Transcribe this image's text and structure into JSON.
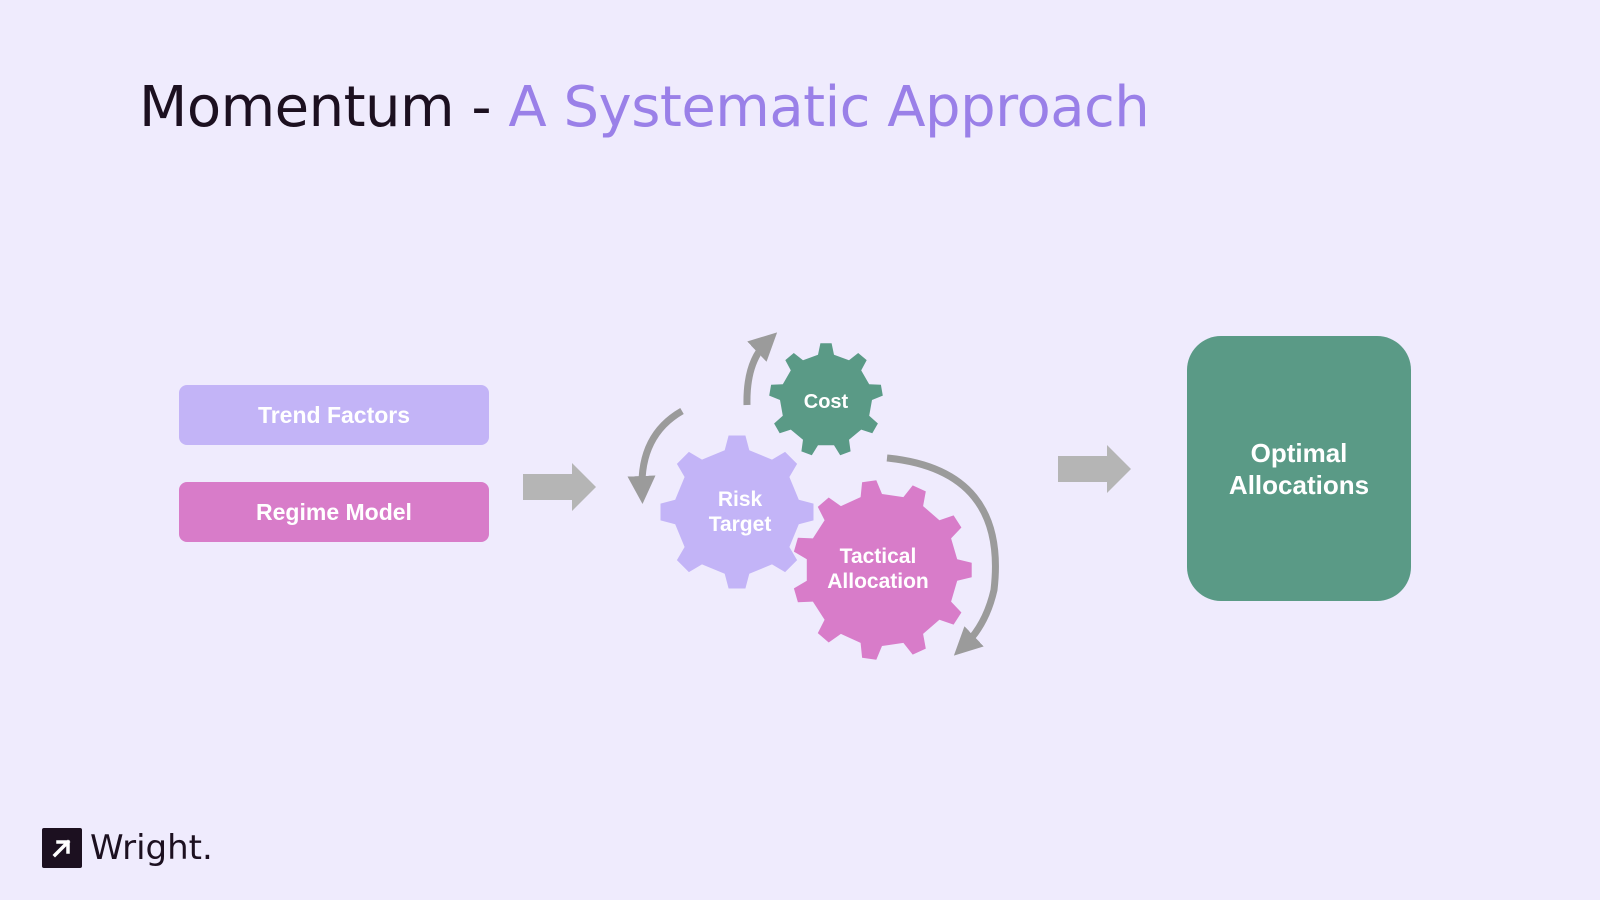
{
  "title": {
    "main": "Momentum",
    "separator": " - ",
    "accent": "A Systematic Approach"
  },
  "inputs": [
    {
      "label": "Trend Factors",
      "color": "#C3B4F7"
    },
    {
      "label": "Regime Model",
      "color": "#D87CC9"
    }
  ],
  "gears": [
    {
      "line1": "Cost",
      "line2": "",
      "color": "#5A9A86"
    },
    {
      "line1": "Risk",
      "line2": "Target",
      "color": "#C3B4F7"
    },
    {
      "line1": "Tactical",
      "line2": "Allocation",
      "color": "#D87CC9"
    }
  ],
  "output": {
    "label": "Optimal Allocations",
    "color": "#5A9A86"
  },
  "arrow_color": "#AAAAAA",
  "brand": {
    "name": "Wright.",
    "icon": "arrow-up-right-icon"
  },
  "colors": {
    "background": "#EFEBFD",
    "title_dark": "#1C1020",
    "title_accent": "#9A80E8"
  }
}
